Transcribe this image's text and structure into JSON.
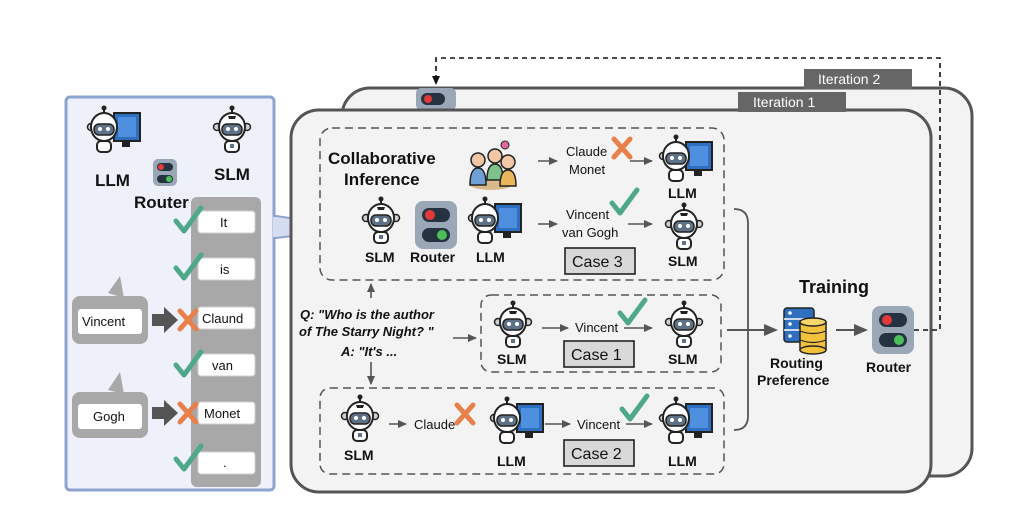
{
  "left_panel": {
    "llm_label": "LLM",
    "slm_label": "SLM",
    "router_label": "Router",
    "tokens": [
      "It",
      "is",
      "Claund",
      "van",
      "Monet",
      "."
    ],
    "bubbles": [
      "Vincent",
      "Gogh"
    ]
  },
  "main": {
    "iteration_1": "Iteration 1",
    "iteration_2": "Iteration 2",
    "collab_title_1": "Collaborative",
    "collab_title_2": "Inference",
    "question_1": "Q: \"Who is the author",
    "question_2": "of The Starry Night? \"",
    "answer": "A: \"It's ...",
    "slm_label": "SLM",
    "llm_label": "LLM",
    "router_label": "Router",
    "claude_monet_1": "Claude",
    "claude_monet_2": "Monet",
    "vincent_van_gogh_1": "Vincent",
    "vincent_van_gogh_2": "van Gogh",
    "vincent": "Vincent",
    "claude": "Claude",
    "case_1": "Case 1",
    "case_2": "Case 2",
    "case_3": "Case 3",
    "training": "Training",
    "routing_pref_1": "Routing",
    "routing_pref_2": "Preference"
  },
  "colors": {
    "panel_border": "#8fa3cf",
    "panel_fill": "#eef1fa",
    "check": "#4fa88a",
    "cross": "#e8804a",
    "router_red": "#e03a3a",
    "router_green": "#4cbf5a",
    "monitor_blue": "#2f6fbf"
  }
}
